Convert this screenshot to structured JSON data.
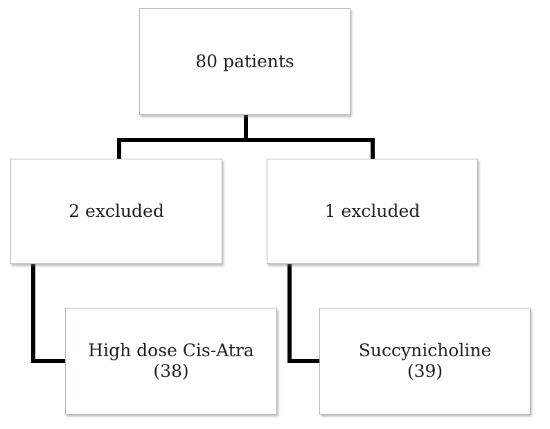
{
  "diagram": {
    "root": {
      "label": "80 patients"
    },
    "left_branch": {
      "excluded": "2 excluded",
      "group_name": "High dose Cis-Atra",
      "group_count": "(38)"
    },
    "right_branch": {
      "excluded": "1 excluded",
      "group_name": "Succynicholine",
      "group_count": "(39)"
    }
  },
  "colors": {
    "connector": "#000000",
    "box_border": "#a9b2bc",
    "text": "#1a1a1a"
  }
}
